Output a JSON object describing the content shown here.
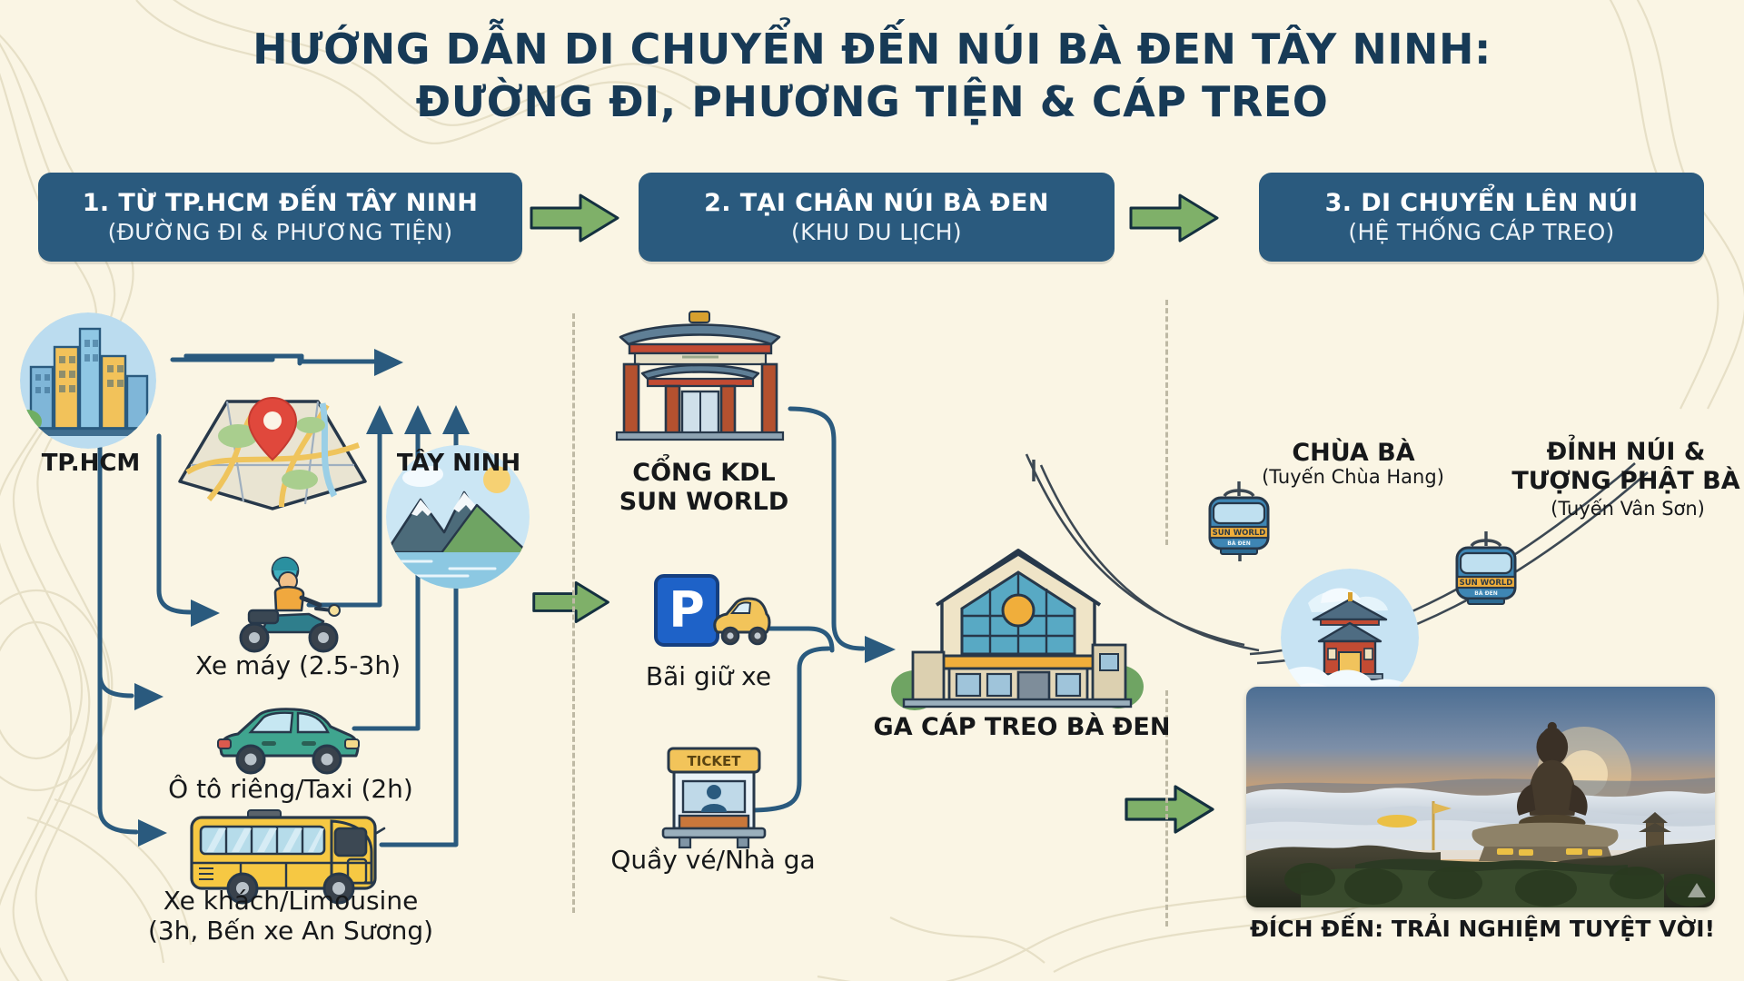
{
  "page": {
    "background_color": "#FAF5E4",
    "accent_dark_blue": "#2A5A7E",
    "accent_green": "#7FB069",
    "text_color": "#16181A",
    "title_color": "#173A56"
  },
  "title": {
    "line1": "HƯỚNG DẪN DI CHUYỂN ĐẾN NÚI BÀ ĐEN TÂY NINH:",
    "line2": "ĐƯỜNG ĐI, PHƯƠNG TIỆN & CÁP TREO"
  },
  "steps": [
    {
      "id": "step-1",
      "main": "1. TỪ TP.HCM ĐẾN TÂY NINH",
      "sub": "(ĐƯỜNG ĐI & PHƯƠNG TIỆN)"
    },
    {
      "id": "step-2",
      "main": "2. TẠI CHÂN NÚI BÀ ĐEN",
      "sub": "(KHU DU LỊCH)"
    },
    {
      "id": "step-3",
      "main": "3. DI CHUYỂN LÊN NÚI",
      "sub": "(HỆ THỐNG CÁP TREO)"
    }
  ],
  "column1": {
    "origin_label": "TP.HCM",
    "destination_label": "TÂY NINH",
    "map_icon": "folded-map-icon",
    "city_icon": "city-skyline-icon",
    "mountain_icon": "mountain-icon",
    "transports": [
      {
        "id": "motorbike",
        "icon": "motorbike-icon",
        "label": "Xe máy (2.5-3h)"
      },
      {
        "id": "car-taxi",
        "icon": "car-icon",
        "label": "Ô tô riêng/Taxi (2h)"
      },
      {
        "id": "bus",
        "icon": "bus-icon",
        "label_line1": "Xe khách/Limousine",
        "label_line2": "(3h, Bến xe An Sương)"
      }
    ]
  },
  "column2": {
    "nodes": [
      {
        "id": "gate",
        "icon": "temple-gate-icon",
        "label_line1": "CỔNG KDL",
        "label_line2": "SUN WORLD",
        "bold": true
      },
      {
        "id": "parking",
        "icon": "parking-sign-icon",
        "label": "Bãi giữ xe",
        "bold": false
      },
      {
        "id": "ticket",
        "icon": "ticket-booth-icon",
        "label": "Quầy vé/Nhà ga",
        "bold": false
      }
    ],
    "station": {
      "id": "cable-car-station",
      "icon": "cable-car-station-icon",
      "label": "GA CÁP TREO BÀ ĐEN"
    }
  },
  "column3": {
    "destinations": [
      {
        "id": "chua-ba",
        "icon": "pagoda-in-clouds-icon",
        "label": "CHÙA BÀ",
        "sub": "(Tuyến Chùa Hang)",
        "cabin_text_line1": "SUN WORLD",
        "cabin_text_line2": "BÀ ĐEN"
      },
      {
        "id": "dinh-nui",
        "icon": "buddha-statue-icon",
        "label_line1": "ĐỈNH NÚI &",
        "label_line2": "TƯỢNG PHẬT BÀ",
        "sub": "(Tuyến Vân Sơn)",
        "cabin_text_line1": "SUN WORLD",
        "cabin_text_line2": "BÀ ĐEN"
      }
    ],
    "destination_photo": {
      "id": "destination-photo",
      "alt": "buddha-statue-sunrise-photo",
      "caption": "ĐÍCH ĐẾN: TRẢI NGHIỆM TUYỆT VỜI!"
    }
  },
  "icons": {
    "parking_letter": "P",
    "ticket_text": "TICKET",
    "cabin_brand": "SUN WORLD"
  }
}
